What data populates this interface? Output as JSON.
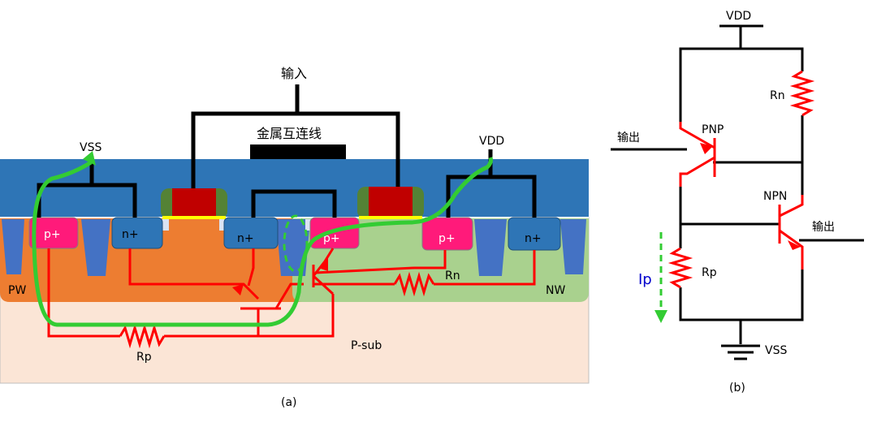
{
  "figure_a": {
    "caption": "(a)",
    "input_label": "输入",
    "metal_label": "金属互连线",
    "vss_label": "VSS",
    "vdd_label": "VDD",
    "regions": {
      "pw": "PW",
      "nw": "NW",
      "psub": "P-sub"
    },
    "diffusions": [
      "p+",
      "n+",
      "n+",
      "p+",
      "p+",
      "n+"
    ],
    "resistor_rn": "Rn",
    "resistor_rp": "Rp"
  },
  "figure_b": {
    "caption": "(b)",
    "vdd_label": "VDD",
    "vss_label": "VSS",
    "rn_label": "Rn",
    "rp_label": "Rp",
    "pnp_label": "PNP",
    "npn_label": "NPN",
    "output_left": "输出",
    "output_right": "输出",
    "current_label": "Ip"
  },
  "colors": {
    "oxide_blue": "#2e75b6",
    "pw_orange": "#ed7d31",
    "nw_green": "#a9d18e",
    "psub": "#fbe5d6",
    "diff_p": "#ff1a7a",
    "diff_n": "#2e75b6",
    "sti": "#4472c4",
    "gate": "#c00000",
    "circuit_red": "#ff0000",
    "latch_path": "#33cc33",
    "current_blue": "#0000cc"
  }
}
